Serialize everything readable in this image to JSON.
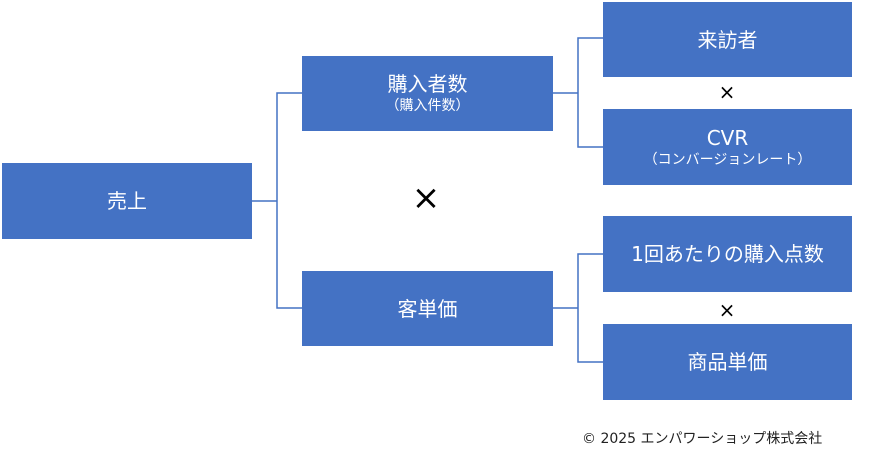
{
  "nodes": {
    "sales": {
      "label": "売上"
    },
    "buyers": {
      "label": "購入者数",
      "sub": "（購入件数）"
    },
    "avg_price": {
      "label": "客単価"
    },
    "visitors": {
      "label": "来訪者"
    },
    "cvr": {
      "label": "CVR",
      "sub": "（コンバージョンレート）"
    },
    "items_per_order": {
      "label": "1回あたりの購入点数"
    },
    "unit_price": {
      "label": "商品単価"
    }
  },
  "operators": {
    "main": "×",
    "upper": "×",
    "lower": "×"
  },
  "copyright": "© 2025 エンパワーショップ株式会社"
}
